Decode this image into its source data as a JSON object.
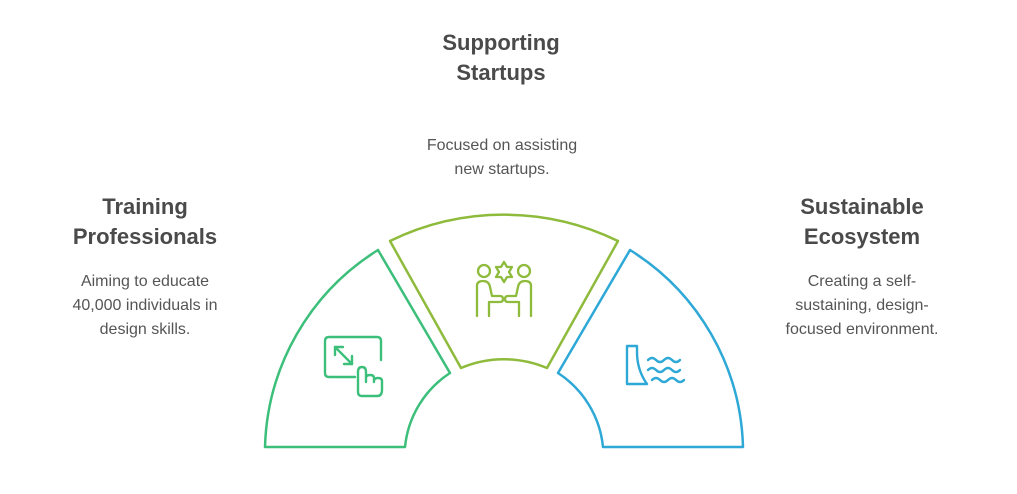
{
  "sections": {
    "left": {
      "title_line1": "Training",
      "title_line2": "Professionals",
      "desc_line1": "Aiming to educate",
      "desc_line2": "40,000 individuals in",
      "desc_line3": "design skills.",
      "color": "#3cbf7a",
      "icon": "touch-resize-icon"
    },
    "center": {
      "title_line1": "Supporting",
      "title_line2": "Startups",
      "desc_line1": "Focused on assisting",
      "desc_line2": "new startups.",
      "color": "#8fbb3c",
      "icon": "meeting-icon"
    },
    "right": {
      "title_line1": "Sustainable",
      "title_line2": "Ecosystem",
      "desc_line1": "Creating a self-",
      "desc_line2": "sustaining, design-",
      "desc_line3": "focused environment.",
      "color": "#2ea8d6",
      "icon": "dam-water-icon"
    }
  }
}
